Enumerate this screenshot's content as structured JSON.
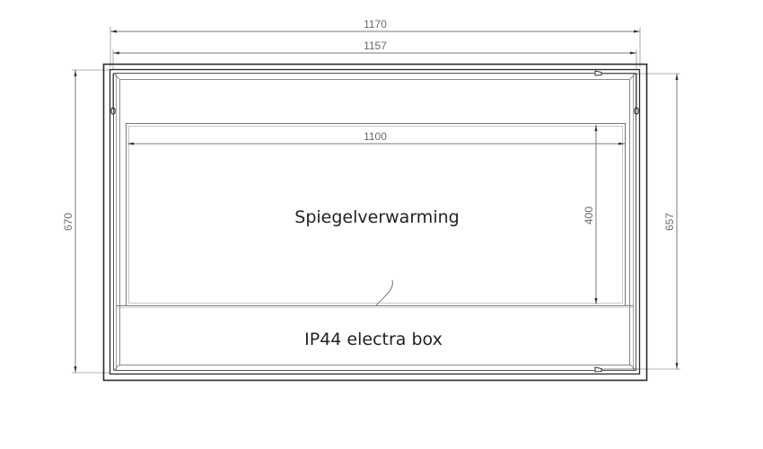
{
  "drawing": {
    "title": "Mirror with heating pad - technical drawing",
    "units": "mm",
    "colors": {
      "background": "#ffffff",
      "outline": "#2a2a2a",
      "dimension": "#7a7a7a",
      "label": "#222222"
    },
    "dimensions": {
      "outer_width": "1170",
      "inner_width": "1157",
      "heater_width": "1100",
      "outer_height": "670",
      "inner_height": "657",
      "heater_height": "400"
    },
    "labels": {
      "heater": "Spiegelverwarming",
      "electrical_box": "IP44 electra box"
    },
    "features": [
      "mounting-hook-top-left",
      "mounting-hook-top-right",
      "mounting-clip-top",
      "mounting-clip-bottom",
      "power-cable"
    ]
  }
}
